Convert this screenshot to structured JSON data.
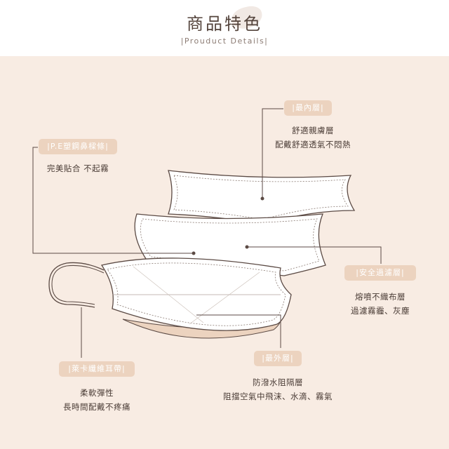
{
  "header": {
    "title": "商品特色",
    "subtitle": "|Prouduct Details|"
  },
  "colors": {
    "background": "#f8ece3",
    "tag_fill": "#ecd3bf",
    "line": "#5b4a44"
  },
  "features": {
    "innermost": {
      "tag": "|最內層|",
      "line1": "舒適親膚層",
      "line2": "配戴舒適透氣不悶熱"
    },
    "nose_wire": {
      "tag": "|P.E塑鋼鼻樑條|",
      "line1": "完美貼合 不起霧"
    },
    "filter": {
      "tag": "|安全過濾層|",
      "line1": "熔噴不織布層",
      "line2": "過濾霧霾、灰塵"
    },
    "outer": {
      "tag": "|最外層|",
      "line1": "防潑水阻隔層",
      "line2": "阻擋空氣中飛沫、水滴、霧氣"
    },
    "ear_loop": {
      "tag": "|萊卡纖維耳帶|",
      "line1": "柔軟彈性",
      "line2": "長時間配戴不疼痛"
    }
  }
}
